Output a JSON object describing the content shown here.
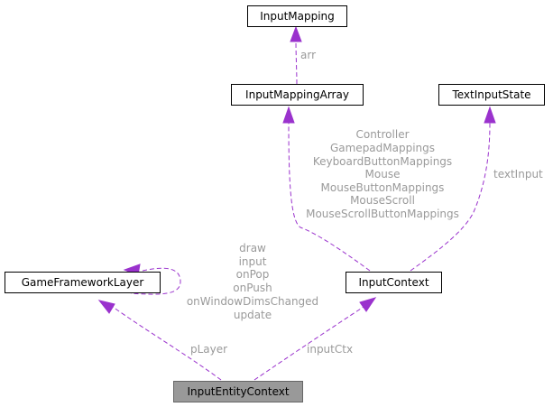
{
  "nodes": {
    "input_mapping": "InputMapping",
    "input_mapping_array": "InputMappingArray",
    "text_input_state": "TextInputState",
    "game_framework_layer": "GameFrameworkLayer",
    "input_context": "InputContext",
    "input_entity_context": "InputEntityContext"
  },
  "edges": {
    "arr": [
      "arr"
    ],
    "input_context_members": [
      "Controller",
      "GamepadMappings",
      "KeyboardButtonMappings",
      "Mouse",
      "MouseButtonMappings",
      "MouseScroll",
      "MouseScrollButtonMappings"
    ],
    "text_input": [
      "textInput"
    ],
    "layer_self": [
      "draw",
      "input",
      "onPop",
      "onPush",
      "onWindowDimsChanged",
      "update"
    ],
    "p_layer": [
      "pLayer"
    ],
    "input_ctx": [
      "inputCtx"
    ]
  },
  "colors": {
    "edge": "#9a32cd",
    "label": "#9a9a9a",
    "focus_fill": "#999999"
  }
}
